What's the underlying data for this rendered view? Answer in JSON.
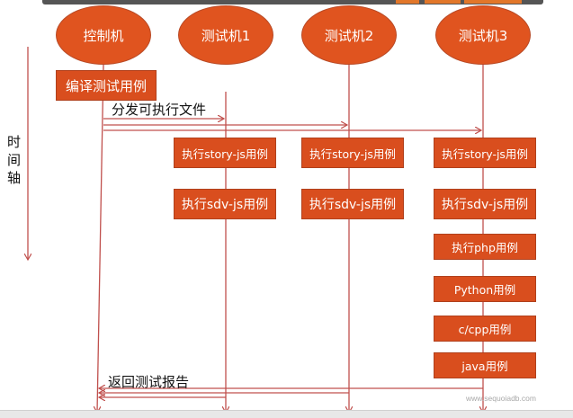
{
  "nodes": {
    "controller": "控制机",
    "test1": "测试机1",
    "test2": "测试机2",
    "test3": "测试机3"
  },
  "steps": {
    "compile": "编译测试用例",
    "distribute": "分发可执行文件",
    "return_report": "返回测试报告"
  },
  "time_axis": "时间轴",
  "cases": {
    "story_js": "执行story-js用例",
    "sdv_js": "执行sdv-js用例",
    "php": "执行php用例",
    "python": "Python用例",
    "cpp": "c/cpp用例",
    "java": "java用例"
  },
  "watermark": "www.sequoiadb.com",
  "colors": {
    "node_fill": "#e0541f",
    "box_fill": "#d94e1e",
    "line": "#c0504d"
  }
}
